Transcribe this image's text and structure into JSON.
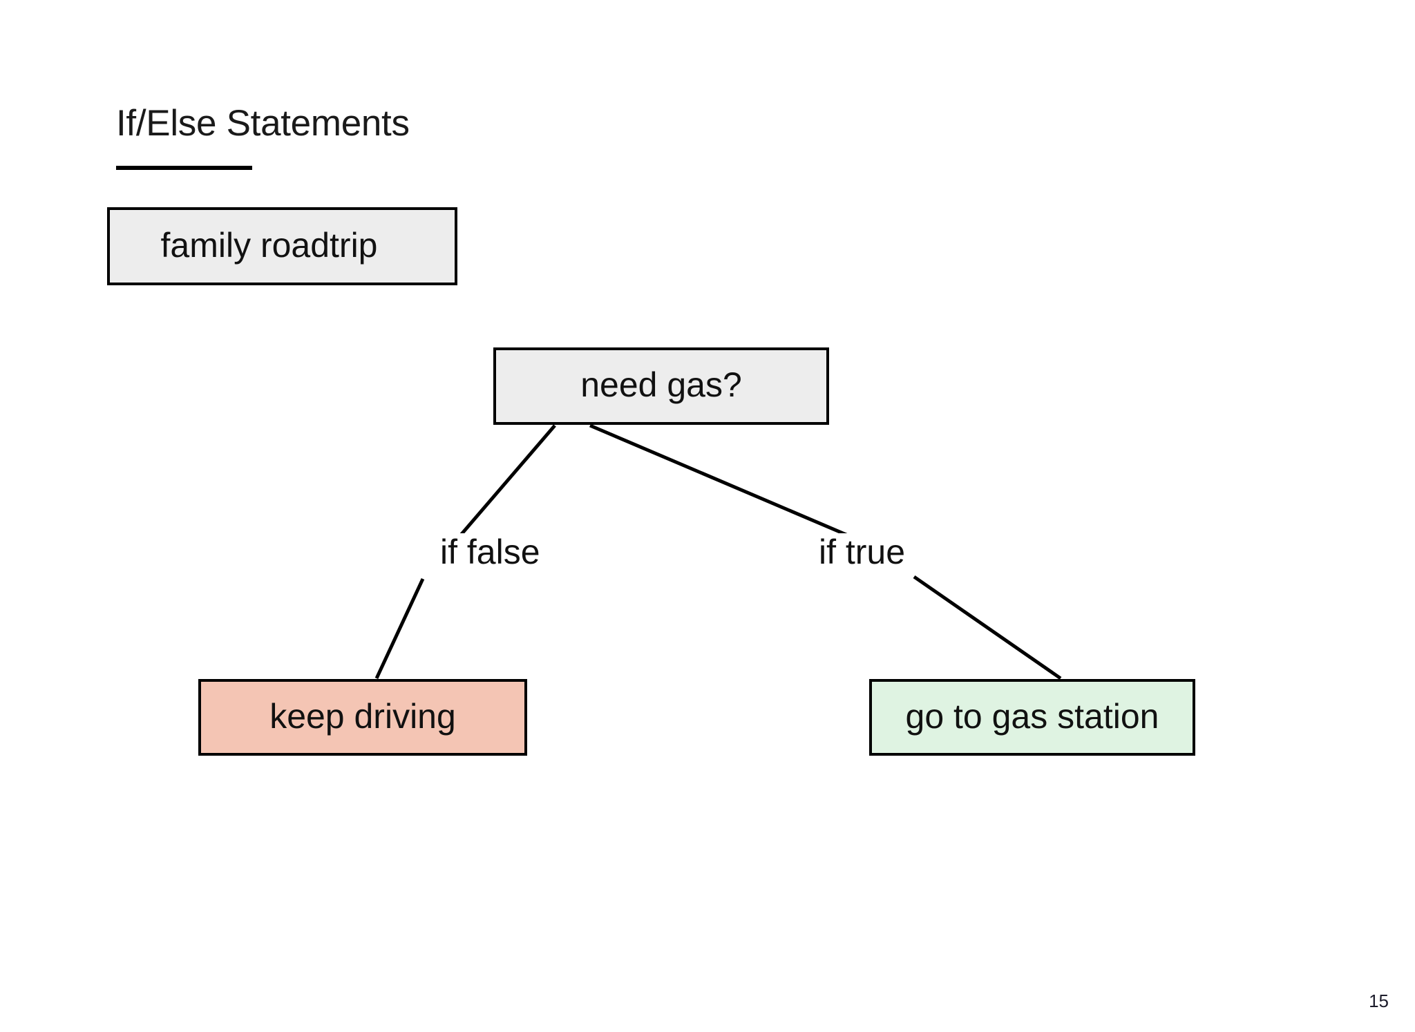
{
  "slide": {
    "title": "If/Else Statements",
    "page_number": "15",
    "background_color": "#ffffff",
    "text_color": "#111111",
    "rule_color": "#000000"
  },
  "flowchart": {
    "type": "decision-tree",
    "nodes": [
      {
        "id": "root",
        "label": "family roadtrip",
        "role": "context",
        "fill": "#ededed",
        "stroke": "#000000"
      },
      {
        "id": "condition",
        "label": "need gas?",
        "role": "condition",
        "fill": "#ededed",
        "stroke": "#000000"
      },
      {
        "id": "false-branch",
        "label": "keep driving",
        "role": "else-outcome",
        "fill": "#f4c5b4",
        "stroke": "#000000"
      },
      {
        "id": "true-branch",
        "label": "go to gas station",
        "role": "if-outcome",
        "fill": "#dff3e2",
        "stroke": "#000000"
      }
    ],
    "edges": [
      {
        "from": "condition",
        "to": "false-branch",
        "label": "if false"
      },
      {
        "from": "condition",
        "to": "true-branch",
        "label": "if true"
      }
    ]
  }
}
